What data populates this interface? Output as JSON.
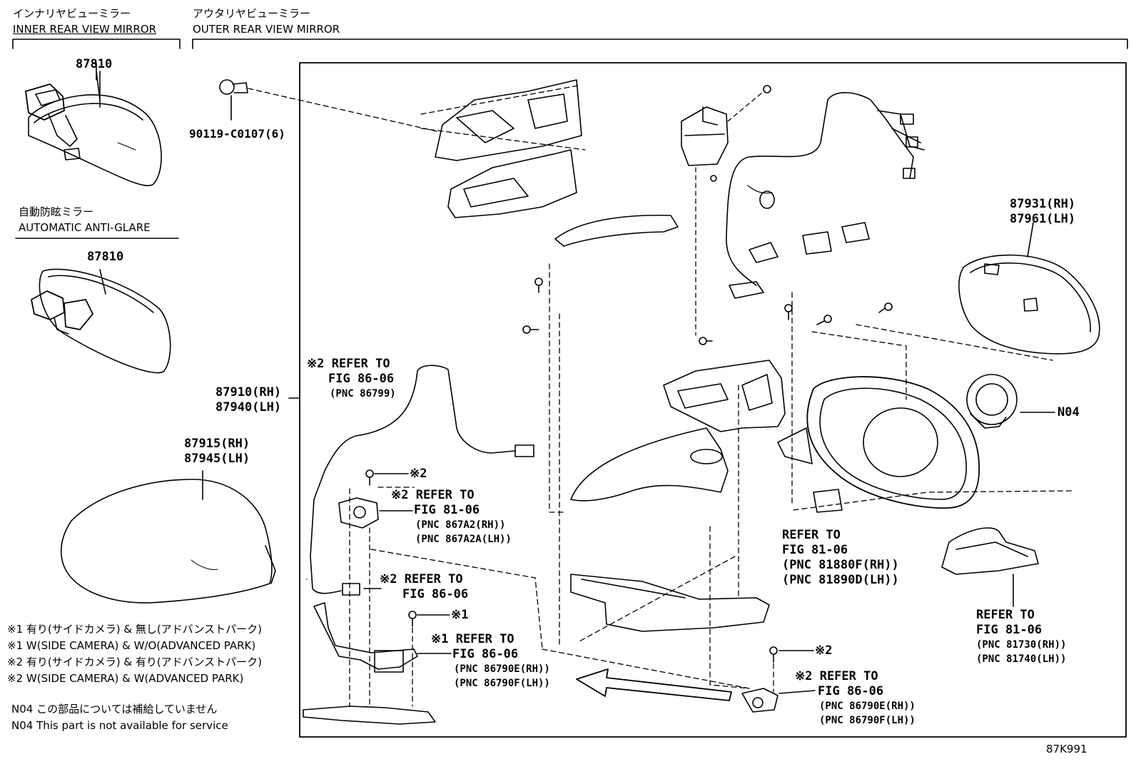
{
  "headers": {
    "inner_jp": "インナリヤビューミラー",
    "inner_en": "INNER REAR VIEW MIRROR",
    "outer_jp": "アウタリヤビューミラー",
    "outer_en": "OUTER REAR VIEW MIRROR",
    "antiglare_jp": "自動防眩ミラー",
    "antiglare_en": "AUTOMATIC ANTI-GLARE"
  },
  "parts": {
    "inner_mirror": "87810",
    "antiglare_mirror": "87810",
    "bolt": "90119-C0107(6)",
    "outer_assy_rh": "87910(RH)",
    "outer_assy_lh": "87940(LH)",
    "cover_rh": "87915(RH)",
    "cover_lh": "87945(LH)",
    "glass_rh": "87931(RH)",
    "glass_lh": "87961(LH)",
    "n04": "N04"
  },
  "refs": {
    "r1": {
      "line1": "※2 REFER TO",
      "line2": "FIG 86-06",
      "line3": "(PNC 86799)"
    },
    "r2": {
      "line1": "※2 REFER TO",
      "line2": "FIG 81-06",
      "line3": "(PNC 867A2(RH))",
      "line4": "(PNC 867A2A(LH))"
    },
    "r3": {
      "line1": "※2 REFER TO",
      "line2": "FIG 86-06"
    },
    "r4": {
      "line1": "※1 REFER TO",
      "line2": "FIG 86-06",
      "line3": "(PNC 86790E(RH))",
      "line4": "(PNC 86790F(LH))"
    },
    "r5": {
      "line1": "REFER TO",
      "line2": "FIG 81-06",
      "line3": "(PNC 81880F(RH))",
      "line4": "(PNC 81890D(LH))"
    },
    "r6": {
      "line1": "REFER TO",
      "line2": "FIG 81-06",
      "line3": "(PNC 81730(RH))",
      "line4": "(PNC 81740(LH))"
    },
    "r7": {
      "line1": "※2 REFER TO",
      "line2": "FIG 86-06",
      "line3": "(PNC 86790E(RH))",
      "line4": "(PNC 86790F(LH))"
    }
  },
  "marks": {
    "m2a": "※2",
    "m1": "※1",
    "m2b": "※2"
  },
  "notes": {
    "n1": "※1 有り(サイドカメラ) & 無し(アドバンストパーク)",
    "n2": "※1 W(SIDE CAMERA) & W/O(ADVANCED PARK)",
    "n3": "※2 有り(サイドカメラ) & 有り(アドバンストパーク)",
    "n4": "※2 W(SIDE CAMERA) & W(ADVANCED PARK)",
    "n5": "N04 この部品については補給していません",
    "n6": "N04 This part is not available for service"
  },
  "figure_code": "87K991"
}
